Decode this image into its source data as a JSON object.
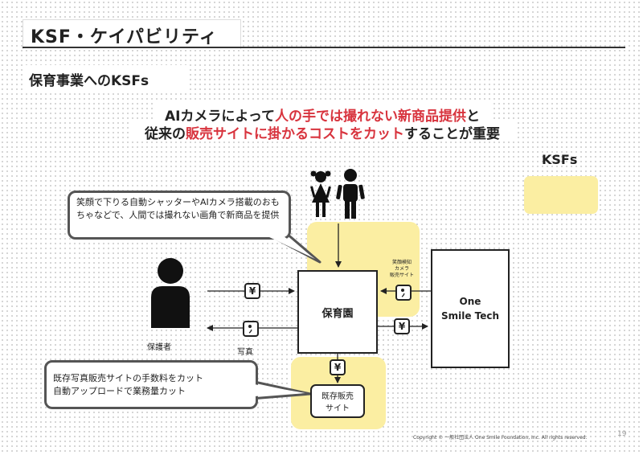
{
  "header": {
    "title": "KSF・ケイパビリティ"
  },
  "section": {
    "subtitle": "保育事業へのKSFs"
  },
  "headline": {
    "line1": [
      "AIカメラによって",
      "人の手では撮れない新商品提供",
      "と"
    ],
    "line2": [
      "従来の",
      "販売サイトに掛かるコストをカット",
      "することが重要"
    ]
  },
  "ksfs": {
    "label": "KSFs"
  },
  "callouts": {
    "top": "笑顔で下りる自動シャッターやAIカメラ搭載のおもちゃなどで、人間では撮れない画角で新商品を提供",
    "bottom_line1": "既存写真販売サイトの手数料をカット",
    "bottom_line2": "自動アップロードで業務量カット"
  },
  "nodes": {
    "nursery": "保育園",
    "company_line1": "One",
    "company_line2": "Smile Tech",
    "existing_site_line1": "既存販売",
    "existing_site_line2": "サイト"
  },
  "labels": {
    "guardian": "保護者",
    "photo": "写真",
    "service_line1": "笑顔検知",
    "service_line2": "カメラ",
    "service_line3": "販売サイト",
    "yen": "¥"
  },
  "colors": {
    "accent_red": "#d8343e",
    "highlight_yellow": "#fbeea2"
  },
  "icons": [
    "children-icon",
    "person-icon",
    "camera-icon",
    "yen-icon"
  ],
  "footer": {
    "copyright": "Copyright © 一般社団法人 One Smile Foundation, Inc. All rights reserved.",
    "page": "19"
  }
}
